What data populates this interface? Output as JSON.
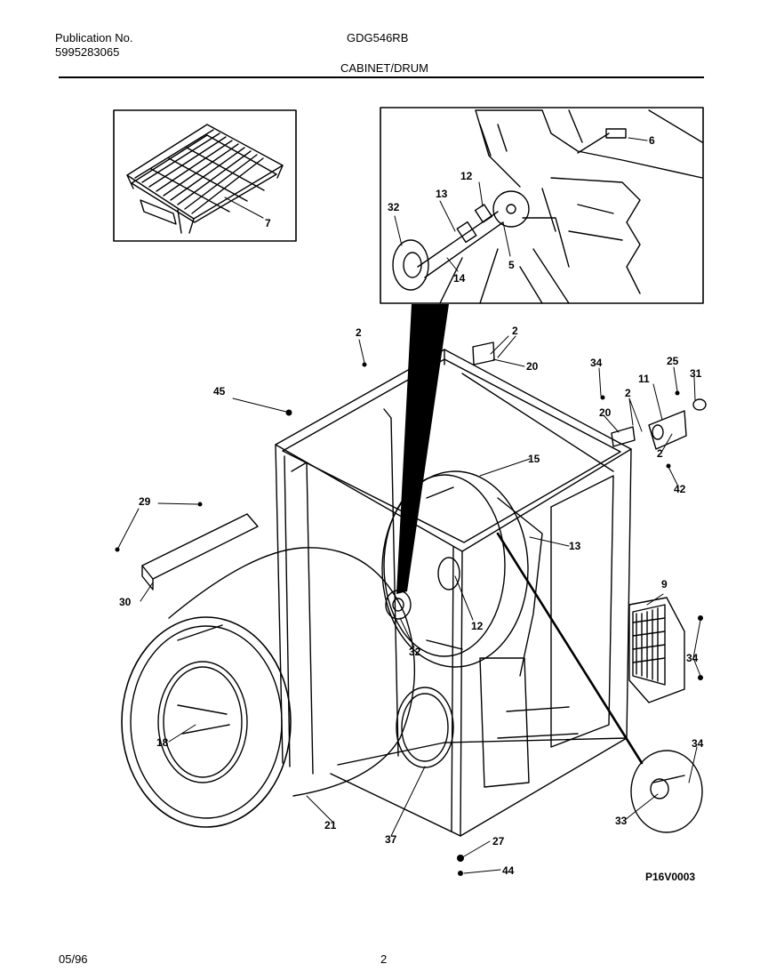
{
  "header": {
    "publication_label": "Publication No.",
    "publication_number": "5995283065",
    "model": "GDG546RB",
    "section": "CABINET/DRUM"
  },
  "footer": {
    "date": "05/96",
    "page": "2",
    "figure_code": "P16V0003"
  },
  "callouts": {
    "c2a": "2",
    "c2b": "2",
    "c2c": "2",
    "c2d": "2",
    "c5": "5",
    "c6": "6",
    "c7": "7",
    "c9": "9",
    "c11": "11",
    "c12a": "12",
    "c12b": "12",
    "c13a": "13",
    "c13b": "13",
    "c14": "14",
    "c15": "15",
    "c18": "18",
    "c20a": "20",
    "c20b": "20",
    "c21": "21",
    "c25": "25",
    "c27": "27",
    "c29": "29",
    "c30": "30",
    "c31": "31",
    "c32a": "32",
    "c32b": "32",
    "c33": "33",
    "c34a": "34",
    "c34b": "34",
    "c34c": "34",
    "c37": "37",
    "c42": "42",
    "c44": "44",
    "c45": "45"
  }
}
